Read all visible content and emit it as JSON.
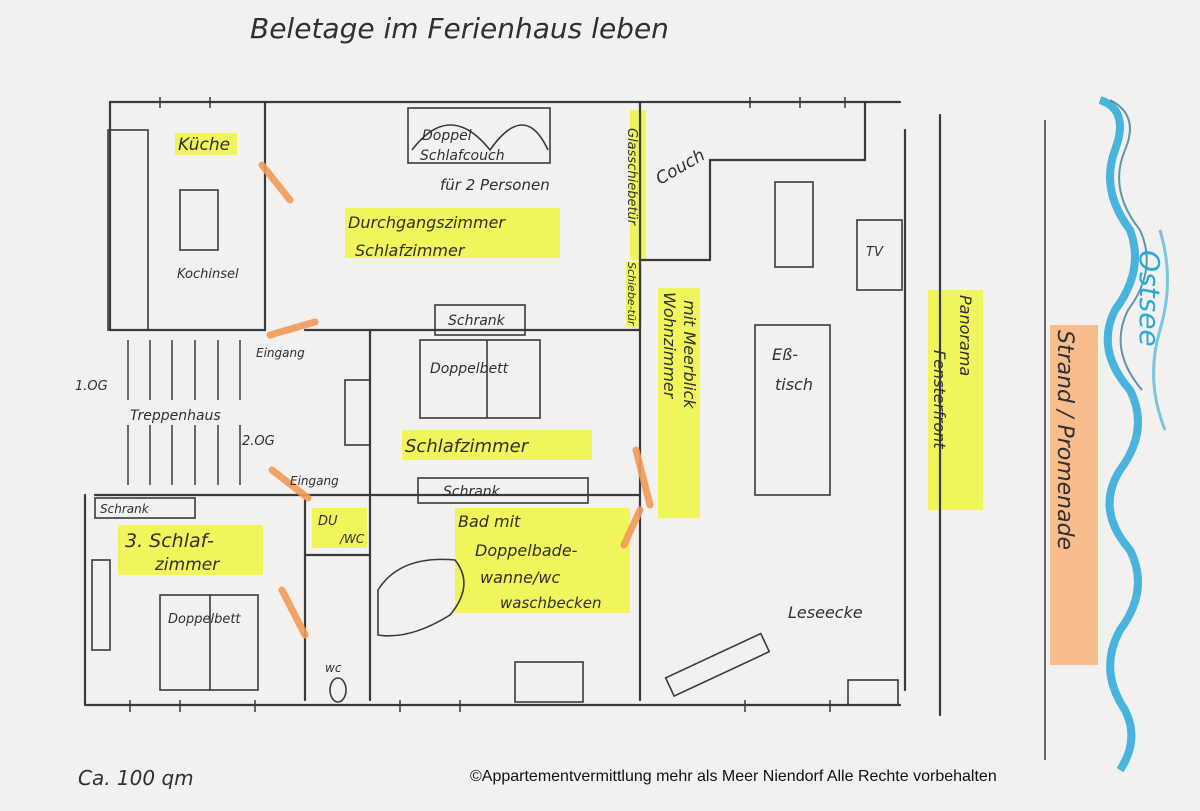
{
  "title": "Beletage im Ferienhaus leben",
  "area": "Ca. 100 qm",
  "copyright": "©Appartementvermittlung mehr als Meer Niendorf Alle Rechte vorbehalten",
  "rooms": {
    "kueche": "Küche",
    "kochinsel": "Kochinsel",
    "sofa_line1": "Doppel",
    "sofa_line2": "Schlafcouch",
    "sofa_sub": "für 2 Personen",
    "durchgang": "Durchgangszimmer",
    "schlafzimmer_label": "Schlafzimmer",
    "glasschiebetuer": "Glasschiebetür",
    "schiebetuer": "Schiebe-tür",
    "couch": "Couch",
    "tv": "TV",
    "wohnzimmer_line1": "Wohnzimmer",
    "wohnzimmer_line2": "mit Meerblick",
    "esstisch_line1": "Eß-",
    "esstisch_line2": "tisch",
    "panorama_line1": "Panorama",
    "panorama_line2": "Fensterfront",
    "schrank": "Schrank",
    "doppelbett": "Doppelbett",
    "schlafzimmer2": "Schlafzimmer",
    "eingang": "Eingang",
    "treppenhaus": "Treppenhaus",
    "og1": "1.OG",
    "og2": "2.OG",
    "schlaf3_line1": "3. Schlaf-",
    "schlaf3_line2": "zimmer",
    "duwc_line1": "DU",
    "duwc_line2": "/WC",
    "wc": "wc",
    "bad_line1": "Bad mit",
    "bad_line2": "Doppelbade-",
    "bad_line3": "wanne/wc",
    "bad_line4": "waschbecken",
    "leseecke": "Leseecke",
    "ostsee": "Ostsee",
    "strand": "Strand / Promenade"
  },
  "colors": {
    "highlight_yellow": "#eef52a",
    "highlight_orange": "#f7b073",
    "door_orange": "#f39a55",
    "sea_blue": "#2aa8d8",
    "ink": "#2f2f33"
  }
}
